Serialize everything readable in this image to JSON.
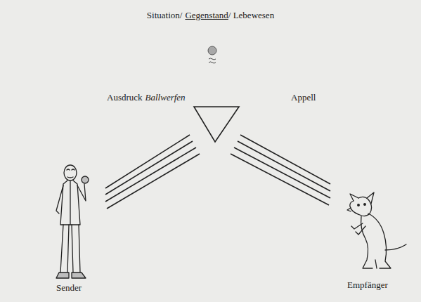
{
  "diagram": {
    "labels": [
      "Situation/",
      "Gegenstand",
      "/ Lebewesen",
      "Ausdruck",
      "Ballwerfen",
      "Appell",
      "Sender",
      "Empfänger"
    ]
  }
}
